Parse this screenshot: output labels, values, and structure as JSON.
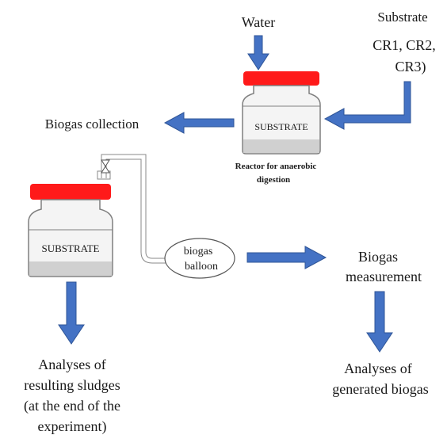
{
  "labels": {
    "water": "Water",
    "substrate_title": "Substrate",
    "substrate_list_line1": "CR1, CR2,",
    "substrate_list_line2": "CR3)",
    "biogas_collection": "Biogas collection",
    "reactor_label": "SUBSTRATE",
    "reactor_caption_line1": "Reactor for anaerobic",
    "reactor_caption_line2": "digestion",
    "collector_label": "SUBSTRATE",
    "balloon_line1": "biogas",
    "balloon_line2": "balloon",
    "measurement_line1": "Biogas",
    "measurement_line2": "measurement",
    "sludge_line1": "Analyses of",
    "sludge_line2": "resulting sludges",
    "sludge_line3": "(at the end of the",
    "sludge_line4": "experiment)",
    "biogas_analysis_line1": "Analyses of",
    "biogas_analysis_line2": "generated biogas"
  },
  "colors": {
    "arrow": "#4472c4",
    "arrow_stroke": "#2f5597",
    "lid": "#ff1a1a",
    "jar_outline": "#7f7f7f",
    "jar_fill": "#f4f4f4",
    "sludge": "#d0d0d0"
  }
}
